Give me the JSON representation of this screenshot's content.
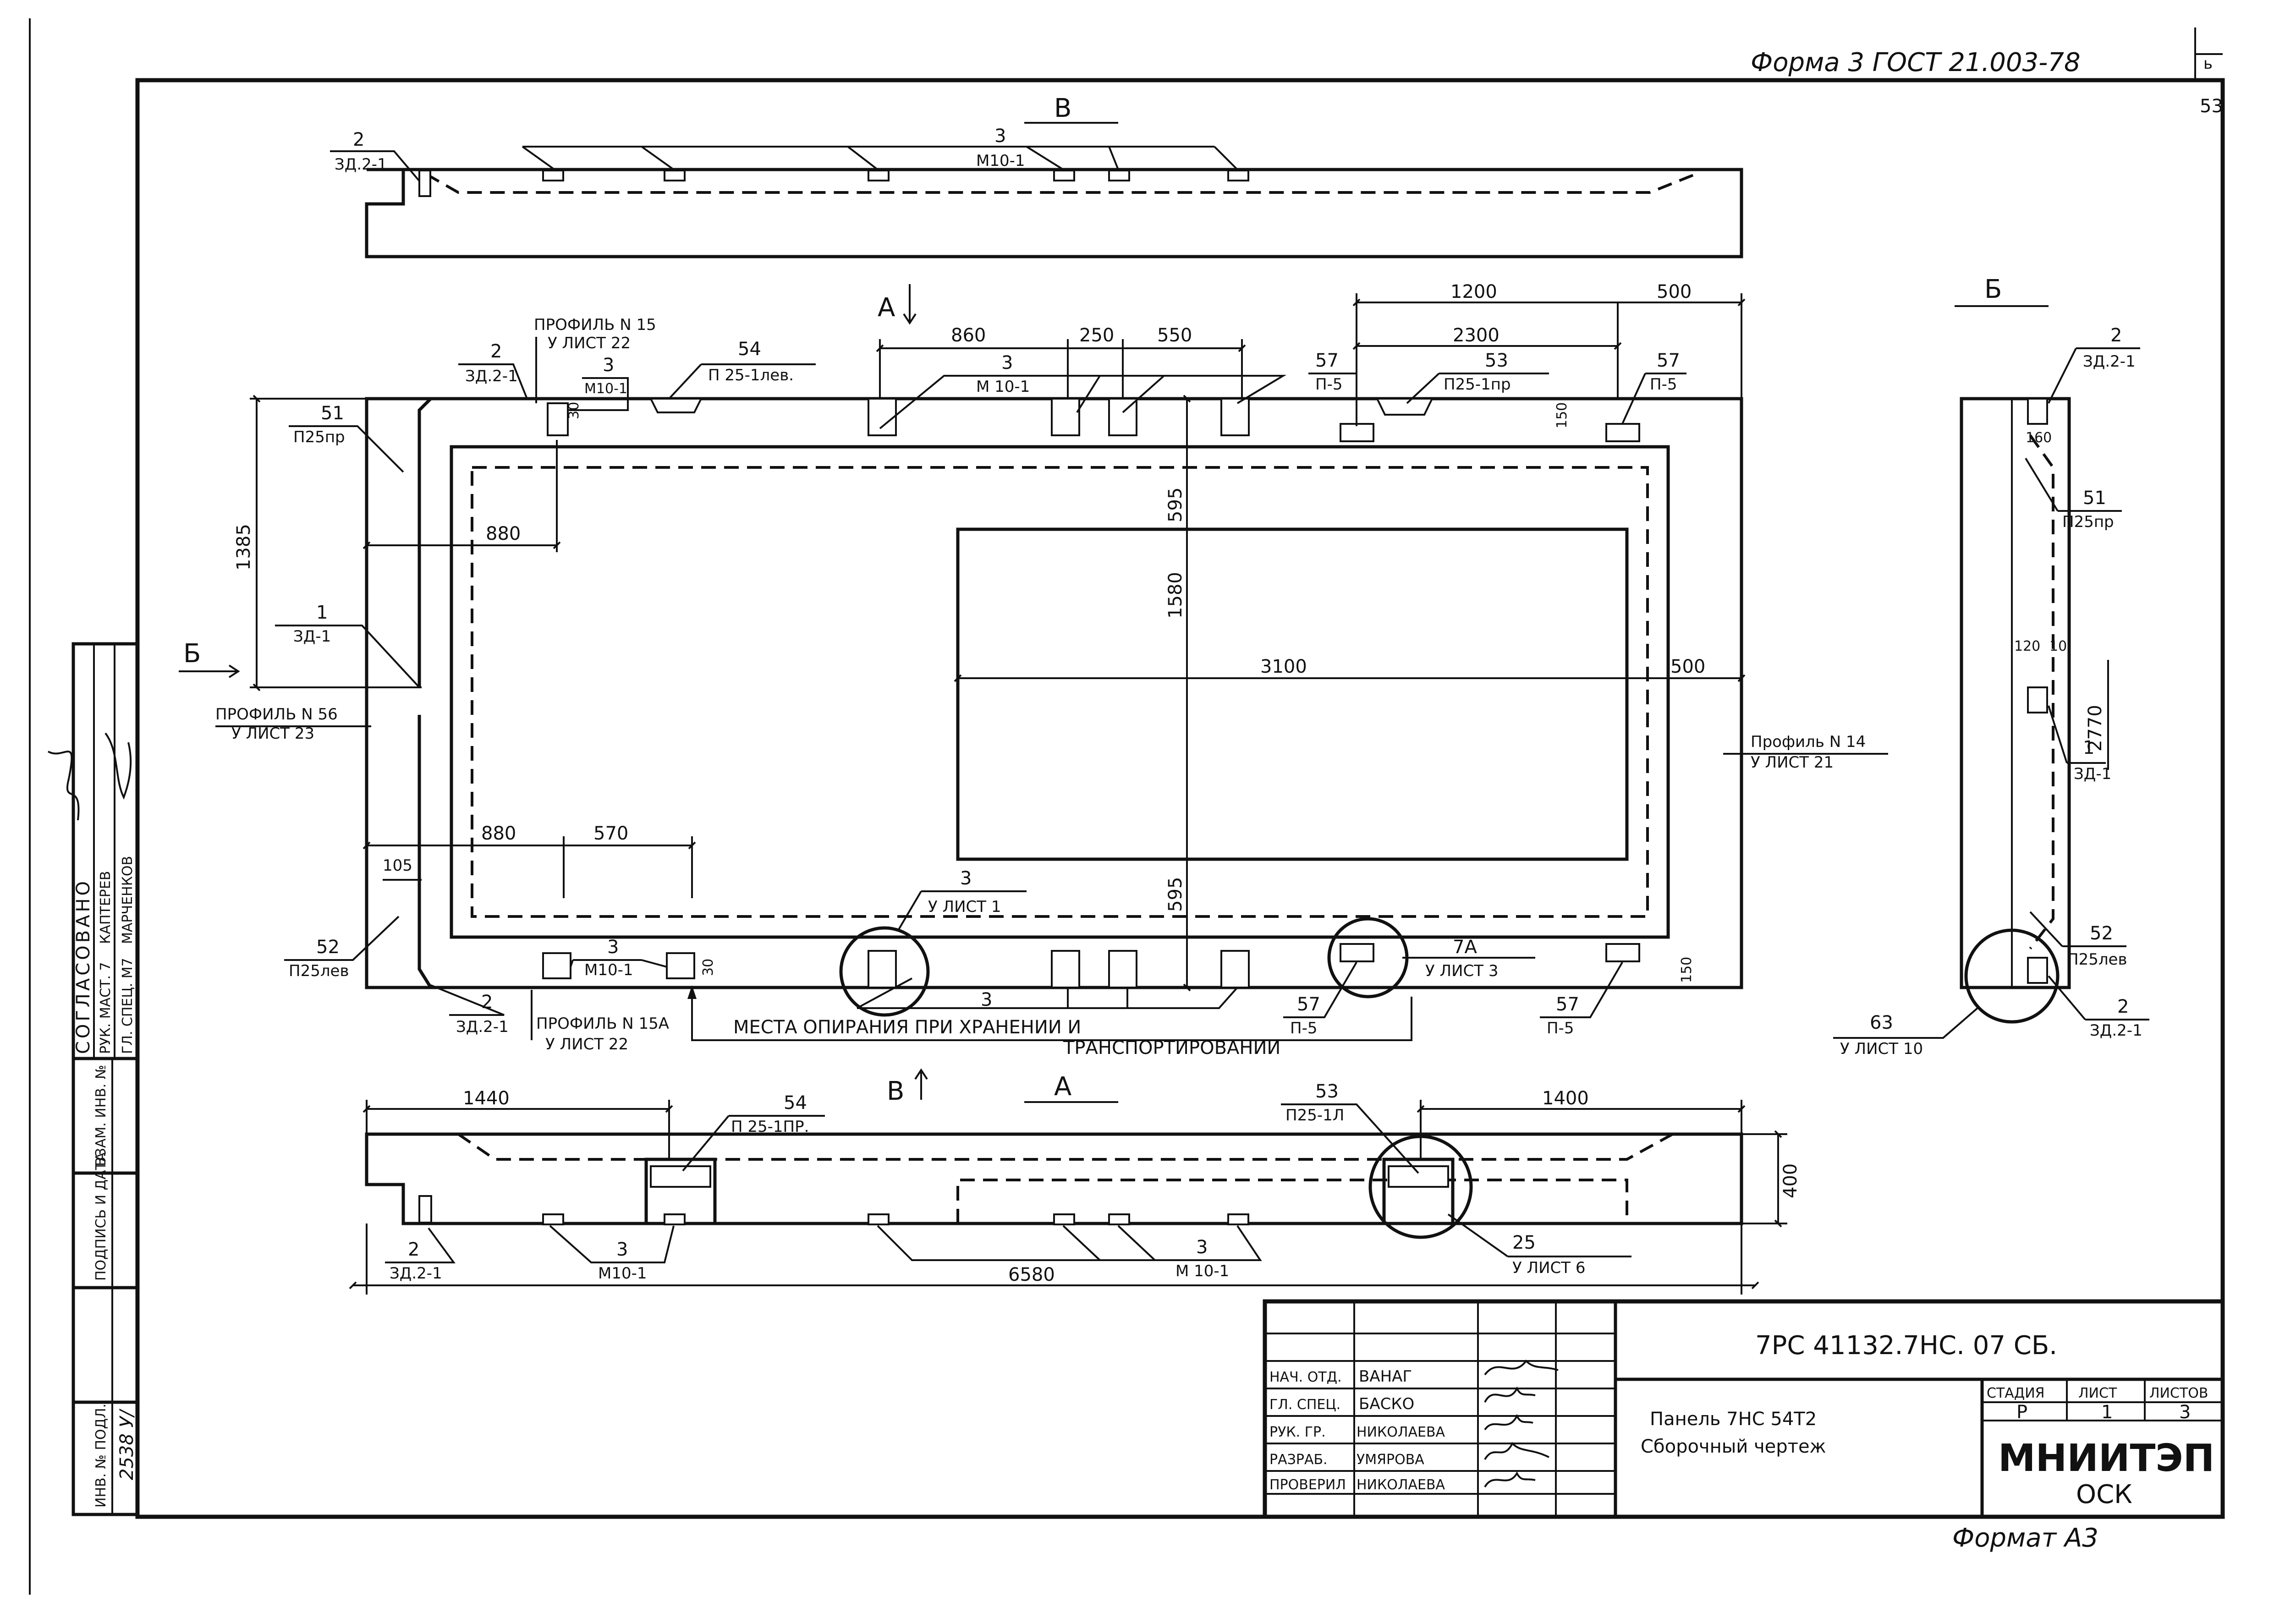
{
  "header": {
    "forma": "Форма 3  ГОСТ 21.003-78",
    "corner_mark": "ь",
    "sheet_number": "53"
  },
  "footer": {
    "format": "Формат А3"
  },
  "left_panel": {
    "agreed_title": "СОГЛАСОВАНО",
    "role1": "РУК. МАСТ. 7",
    "name1": "КАПТЕРЕВ",
    "role2": "ГЛ. СПЕЦ. М7",
    "name2": "МАРЧЕНКОВ",
    "cell_inv_zam": "ВЗАМ. ИНВ. №",
    "cell_sign_date": "ПОДПИСЬ И ДАТА",
    "cell_inv_podl": "ИНВ. № ПОДЛ.",
    "inv_value": "2538 У/"
  },
  "views": {
    "top": "В",
    "side": "Б",
    "bottom": "А",
    "arrow_a": "А",
    "arrow_b": "Б",
    "arrow_v": "В"
  },
  "labels": {
    "top_2": "2",
    "top_2_ref": "ЗД.2-1",
    "top_3": "3",
    "top_3_ref": "М10-1",
    "prof15": "ПРОФИЛЬ N 15",
    "prof15_sheet": "У ЛИСТ 22",
    "pl_2": "2",
    "pl_2_ref": "ЗД.2-1",
    "pl_3": "3",
    "pl_3_ref": "М10-1",
    "pl_54": "54",
    "pl_54_ref": "П 25-1лев.",
    "pl_3b": "3",
    "pl_3b_ref": "М 10-1",
    "pl_57a": "57",
    "pl_57a_ref": "П-5",
    "pl_53": "53",
    "pl_53_ref": "П25-1пр",
    "pl_57b": "57",
    "pl_57b_ref": "П-5",
    "pl_51": "51",
    "pl_51_ref": "П25пр",
    "pl_1": "1",
    "pl_1_ref": "ЗД-1",
    "prof56": "ПРОФИЛЬ N 56",
    "prof56_sheet": "У ЛИСТ 23",
    "prof14": "Профиль N 14",
    "prof14_sheet": "У ЛИСТ 21",
    "pl_52": "52",
    "pl_52_ref": "П25лев",
    "pl_2b": "2",
    "pl_2b_ref": "ЗД.2-1",
    "pl_3c": "3",
    "pl_3c_ref": "М10-1",
    "prof15a": "ПРОФИЛЬ N 15А",
    "prof15a_sheet": "У ЛИСТ 22",
    "pl_3d": "3",
    "support1": "МЕСТА  ОПИРАНИЯ  ПРИ  ХРАНЕНИИ  И",
    "support2": "ТРАНСПОРТИРОВАНИИ",
    "c3": "3",
    "c3_sheet": "У ЛИСТ 1",
    "c7a": "7А",
    "c7a_sheet": "У ЛИСТ 3",
    "pl_57c": "57",
    "pl_57c_ref": "П-5",
    "pl_57d": "57",
    "pl_57d_ref": "П-5",
    "sv_2": "2",
    "sv_2_ref": "ЗД.2-1",
    "sv_51": "51",
    "sv_51_ref": "П25пр",
    "sv_1": "1",
    "sv_1_ref": "ЗД-1",
    "sv_52": "52",
    "sv_52_ref": "П25лев",
    "sv_2b": "2",
    "sv_2b_ref": "ЗД.2-1",
    "sv_63": "63",
    "sv_63_sheet": "У ЛИСТ 10",
    "bv_54": "54",
    "bv_54_ref": "П 25-1ПР.",
    "bv_53": "53",
    "bv_53_ref": "П25-1Л",
    "bv_2": "2",
    "bv_2_ref": "ЗД.2-1",
    "bv_3": "3",
    "bv_3_ref": "М10-1",
    "bv_3b": "3",
    "bv_3b_ref": "М 10-1",
    "bv_25": "25",
    "bv_25_sheet": "У ЛИСТ 6"
  },
  "dimensions": {
    "d1200": "1200",
    "d500a": "500",
    "d2300": "2300",
    "d860": "860",
    "d250": "250",
    "d550": "550",
    "d1385": "1385",
    "d880a": "880",
    "d595a": "595",
    "d1580": "1580",
    "d3100": "3100",
    "d500b": "500",
    "d880b": "880",
    "d570": "570",
    "d105": "105",
    "d595b": "595",
    "d30a": "30",
    "d30b": "30",
    "d150a": "150",
    "d150b": "150",
    "d160": "160",
    "d120": "120",
    "d10": "10",
    "d2770": "2770",
    "d1440": "1440",
    "d1400": "1400",
    "d400": "400",
    "d6580": "6580"
  },
  "title_block": {
    "code": "7РС 41132.7НС. 07 СБ.",
    "title_line1": "Панель  7НС 54Т2",
    "title_line2": "Сборочный  чертеж",
    "stage_h": "СТАДИЯ",
    "sheet_h": "ЛИСТ",
    "sheets_h": "ЛИСТОВ",
    "stage": "Р",
    "sheet": "1",
    "sheets": "3",
    "org": "МНИИТЭП",
    "org_sub": "ОСК",
    "roles": [
      "НАЧ. ОТД.",
      "ГЛ. СПЕЦ.",
      "РУК. ГР.",
      "РАЗРАБ.",
      "ПРОВЕРИЛ"
    ],
    "names": [
      "ВАНАГ",
      "БАСКО",
      "НИКОЛАЕВА",
      "УМЯРОВА",
      "НИКОЛАЕВА"
    ]
  }
}
